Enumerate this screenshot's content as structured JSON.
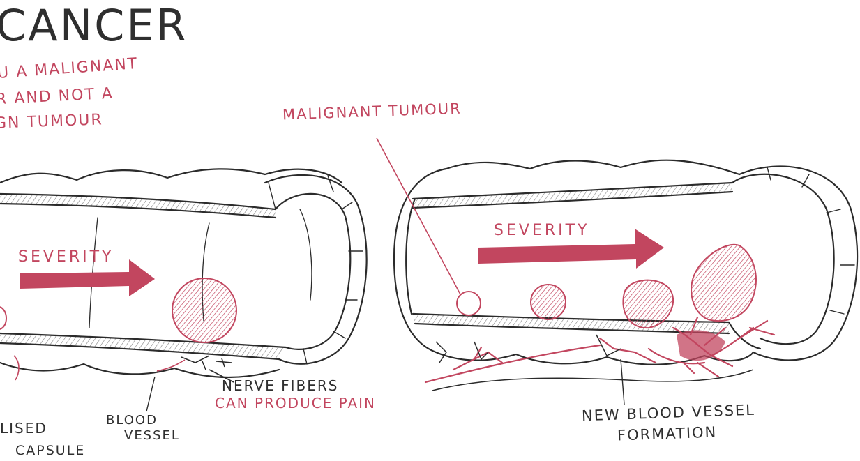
{
  "title": "CANCER",
  "intro_lines": [
    "U A MALIGNANT",
    "R AND NOT A",
    "GN TUMOUR"
  ],
  "left_panel": {
    "severity_label": "SEVERITY",
    "labels": {
      "nerve_line1": "NERVE FIBERS",
      "nerve_line2": "CAN PRODUCE PAIN",
      "blood_line1": "BLOOD",
      "blood_line2": "VESSEL",
      "capsule_line1": "LISED",
      "capsule_line2": "CAPSULE"
    }
  },
  "right_panel": {
    "malignant_label": "MALIGNANT TUMOUR",
    "severity_label": "SEVERITY",
    "new_vessel_line1": "NEW BLOOD VESSEL",
    "new_vessel_line2": "FORMATION"
  },
  "colors": {
    "ink": "#2b2b2b",
    "accent": "#c2465f",
    "hatch": "#d98a9a"
  }
}
